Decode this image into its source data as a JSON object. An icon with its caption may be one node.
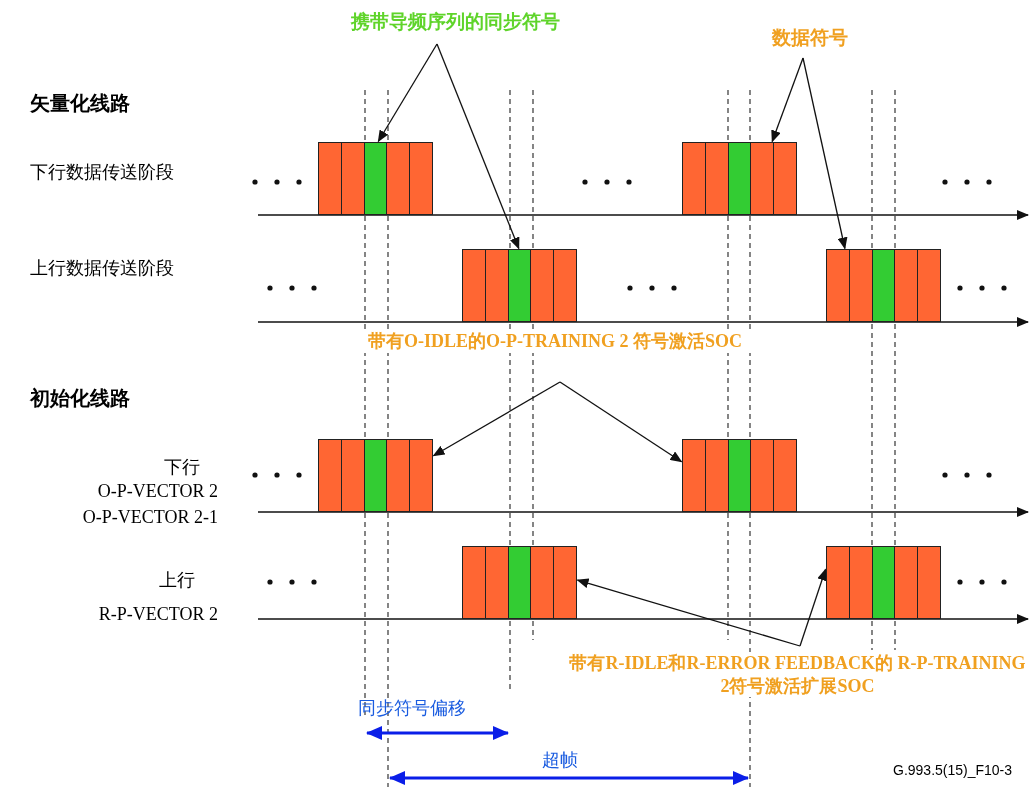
{
  "diagram": {
    "nodes": [
      {
        "text": [
          "携带导频序列的同步符号"
        ]
      },
      {
        "text": [
          "数据符号"
        ]
      },
      {
        "text": [],
        "shape": "box"
      },
      {
        "text": [],
        "shape": "box"
      },
      {
        "text": [],
        "shape": "box"
      },
      {
        "text": [],
        "shape": "box"
      },
      {
        "text": [
          "带有O-IDLE的O-P-TRAINING 2 符号激活SOC"
        ]
      },
      {
        "text": [],
        "shape": "box"
      },
      {
        "text": [],
        "shape": "box"
      },
      {
        "text": [],
        "shape": "box"
      },
      {
        "text": [],
        "shape": "box"
      },
      {
        "text": [
          "带有R-IDLE和R-ERROR FEEDBACK的 R-P-TRAINING 2符号激活扩展SOC"
        ]
      }
    ],
    "edges": [
      {
        "from": 0,
        "to": 2,
        "arrow": "to"
      },
      {
        "from": 0,
        "to": 4,
        "arrow": "to"
      },
      {
        "from": 1,
        "to": 3,
        "arrow": "to"
      },
      {
        "from": 1,
        "to": 5,
        "arrow": "to"
      },
      {
        "from": 6,
        "to": 7,
        "arrow": "to"
      },
      {
        "from": 6,
        "to": 8,
        "arrow": "to"
      },
      {
        "from": 11,
        "to": 9,
        "arrow": "to"
      },
      {
        "from": 11,
        "to": 10,
        "arrow": "to"
      }
    ],
    "labels": [
      "矢量化线路",
      "下行数据传送阶段",
      "上行数据传送阶段",
      "初始化线路",
      "下行",
      "O-P-VECTOR 2",
      "O-P-VECTOR 2-1",
      "上行",
      "R-P-VECTOR 2",
      "同步符号偏移",
      "超帧",
      "G.993.5(15)_F10-3"
    ]
  }
}
